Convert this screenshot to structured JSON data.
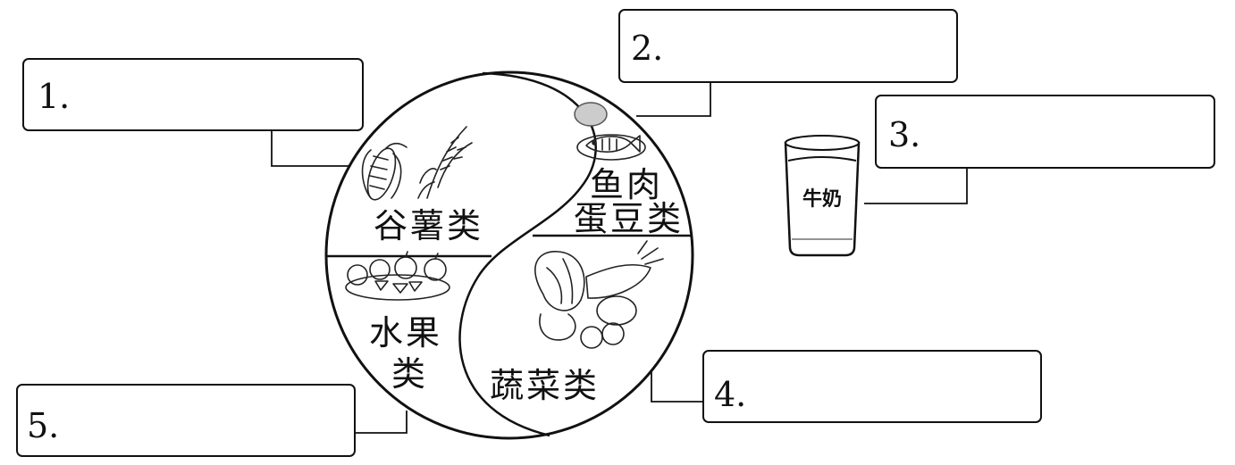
{
  "boxes": [
    {
      "label": "1."
    },
    {
      "label": "2."
    },
    {
      "label": "3."
    },
    {
      "label": "4."
    },
    {
      "label": "5."
    }
  ],
  "plate": {
    "grains": "谷薯类",
    "meat_line1": "鱼肉",
    "meat_line2": "蛋豆类",
    "fruit_line1": "水果",
    "fruit_line2": "类",
    "veg": "蔬菜类"
  },
  "milk": {
    "label": "牛奶"
  }
}
